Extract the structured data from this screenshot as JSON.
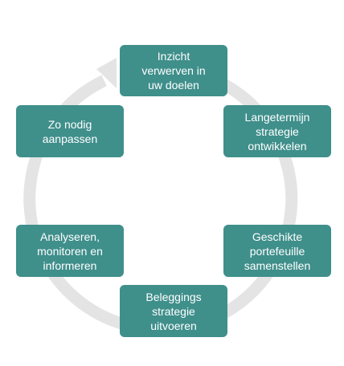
{
  "colors": {
    "box": "#3f8f8b",
    "ring": "#e4e4e4",
    "text": "#ffffff"
  },
  "steps": [
    {
      "label": "Inzicht\nverwerven in\nuw doelen"
    },
    {
      "label": "Langetermijn\nstrategie\nontwikkelen"
    },
    {
      "label": "Geschikte\nportefeuille\nsamenstellen"
    },
    {
      "label": "Beleggings\nstrategie\nuitvoeren"
    },
    {
      "label": "Analyseren,\nmonitoren en\ninformeren"
    },
    {
      "label": "Zo nodig\naanpassen"
    }
  ]
}
